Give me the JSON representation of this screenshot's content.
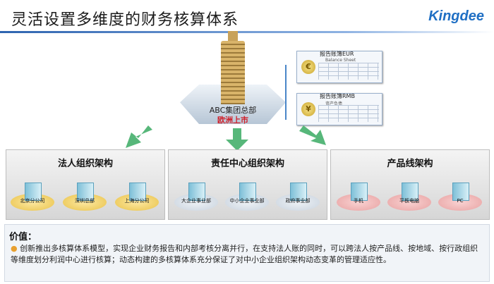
{
  "slide": {
    "title": "灵活设置多维度的财务核算体系",
    "logo": "Kingdee"
  },
  "hq": {
    "name": "ABC集团总部",
    "listed": "欧洲上市"
  },
  "reports": [
    {
      "title": "报告账簿EUR",
      "subtitle": "Balance Sheet",
      "coin": "€"
    },
    {
      "title": "报告账簿RMB",
      "subtitle": "资产负债",
      "coin": "¥"
    }
  ],
  "panels": [
    {
      "title": "法人组织架构",
      "nodes": [
        "北京分公司",
        "深圳总部",
        "上海分公司"
      ]
    },
    {
      "title": "责任中心组织架构",
      "nodes": [
        "大企业事业部",
        "中小企业事业部",
        "政府事业部"
      ]
    },
    {
      "title": "产品线架构",
      "nodes": [
        "手机",
        "平板电脑",
        "PC"
      ]
    }
  ],
  "value": {
    "title": "价值：",
    "text": "创新推出多核算体系模型，实现企业财务报告和内部考核分离并行，在支持法人账的同时，可以跨法人按产品线、按地域、按行政组织等维度划分利润中心进行核算；动态构建的多核算体系充分保证了对中小企业组织架构动态变革的管理适应性。"
  },
  "colors": {
    "accent": "#1f6fc4",
    "arrow": "#57b77a",
    "highlight": "#d0202a"
  }
}
